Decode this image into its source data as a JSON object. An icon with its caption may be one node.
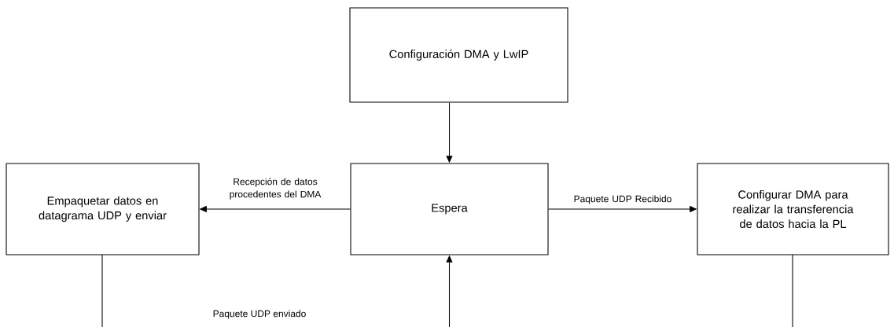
{
  "diagram": {
    "nodes": [
      {
        "text": [
          "Configuración DMA y LwIP"
        ]
      },
      {
        "text": [
          "Empaquetar datos en datagrama UDP y enviar"
        ]
      },
      {
        "text": [
          "Espera"
        ]
      },
      {
        "text": [
          "Configurar DMA para realizar la transferencia de datos hacia la PL"
        ]
      }
    ],
    "edges": [
      {
        "from": 0,
        "to": 2,
        "arrow": "to"
      },
      {
        "from": 2,
        "to": 1,
        "arrow": "to",
        "label": "Recepción de datos procedentes del DMA"
      },
      {
        "from": 2,
        "to": 3,
        "arrow": "to",
        "label": "Paquete UDP Recibido"
      },
      {
        "from": 1,
        "to": null,
        "arrow": "none"
      },
      {
        "from": null,
        "to": 2,
        "arrow": "to"
      },
      {
        "from": 3,
        "to": null,
        "arrow": "none"
      }
    ],
    "labels": [
      "Paquete UDP enviado"
    ]
  }
}
